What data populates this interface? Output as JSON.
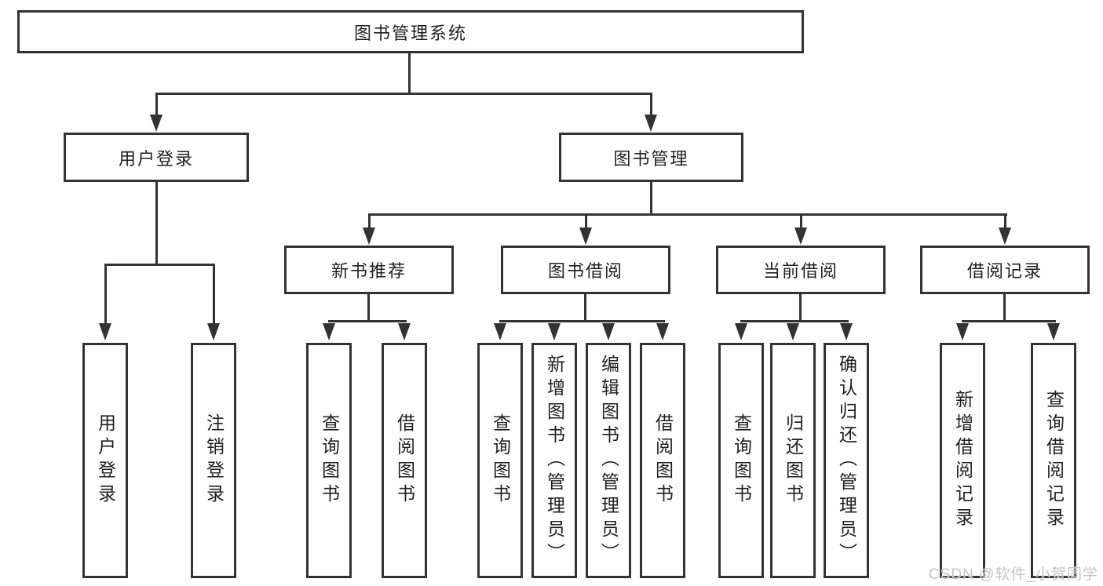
{
  "diagram": {
    "root": {
      "label": "图书管理系统"
    },
    "level2": {
      "user_login": "用户登录",
      "book_management": "图书管理"
    },
    "level3": {
      "new_book_recommend": "新书推荐",
      "book_borrowing": "图书借阅",
      "current_borrowing": "当前借阅",
      "borrowing_records": "借阅记录"
    },
    "leaves": {
      "user_login": "用户登录",
      "logout": "注销登录",
      "query_books_recommend": "查询图书",
      "borrow_books_recommend": "借阅图书",
      "query_books_borrowing": "查询图书",
      "add_books_admin": "新增图书（管理员）",
      "edit_books_admin": "编辑图书（管理员）",
      "borrow_books_borrowing": "借阅图书",
      "query_books_current": "查询图书",
      "return_books": "归还图书",
      "confirm_return_admin": "确认归还（管理员）",
      "add_borrow_record": "新增借阅记录",
      "query_borrow_record": "查询借阅记录"
    }
  },
  "watermark": {
    "text": "CSDN @软件_小贺同学"
  },
  "colors": {
    "line": "#333333",
    "text": "#1f1f1f",
    "watermark": "#c3c3c3",
    "background": "#ffffff"
  }
}
